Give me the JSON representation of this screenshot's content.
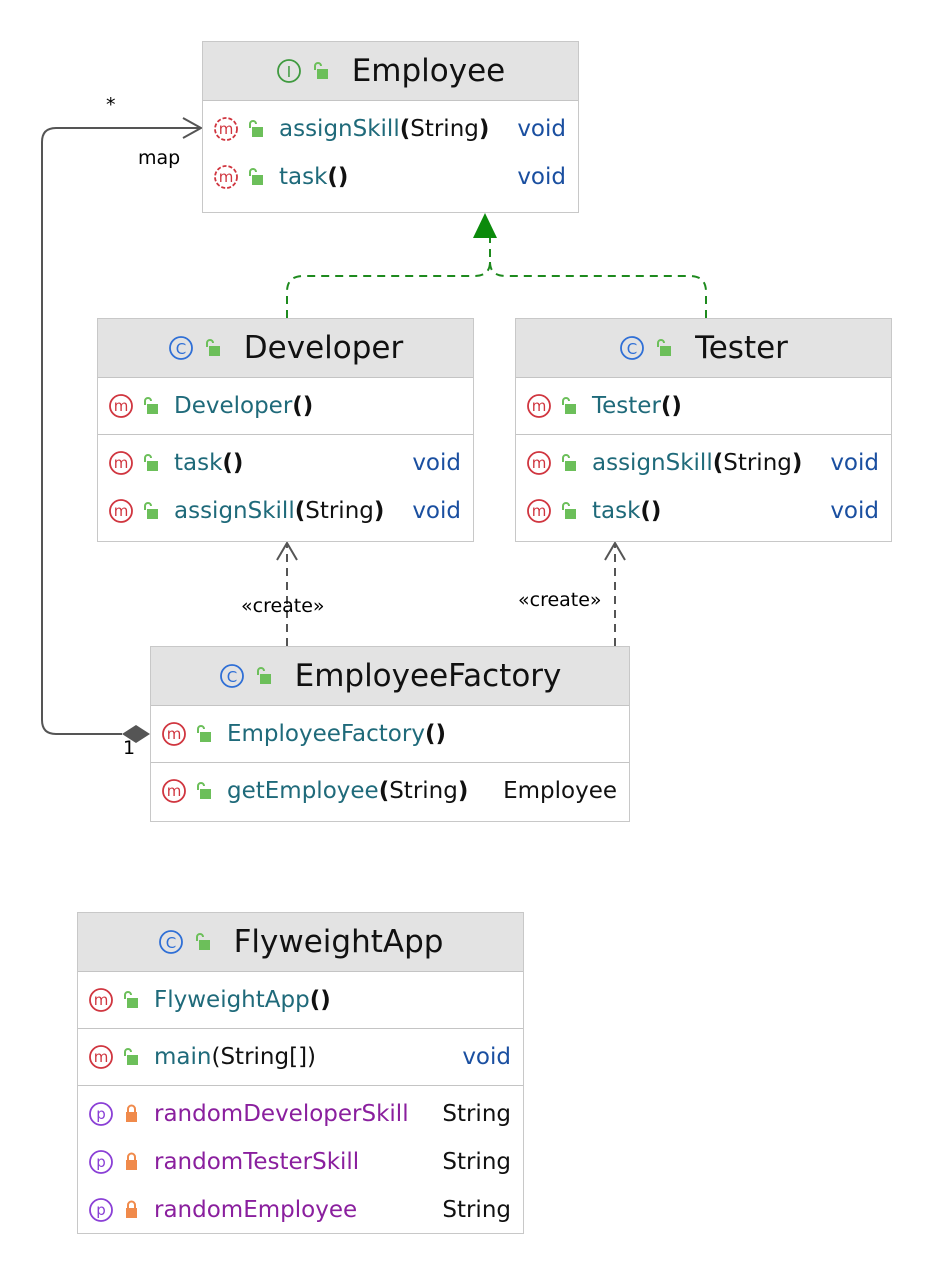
{
  "classes": {
    "employee": {
      "name": "Employee",
      "kind": "interface",
      "methods": [
        {
          "name": "assignSkill",
          "args": "String",
          "type": "void"
        },
        {
          "name": "task",
          "args": "",
          "type": "void"
        }
      ]
    },
    "developer": {
      "name": "Developer",
      "kind": "class",
      "constructor": {
        "name": "Developer",
        "args": ""
      },
      "methods": [
        {
          "name": "task",
          "args": "",
          "type": "void"
        },
        {
          "name": "assignSkill",
          "args": "String",
          "type": "void"
        }
      ]
    },
    "tester": {
      "name": "Tester",
      "kind": "class",
      "constructor": {
        "name": "Tester",
        "args": ""
      },
      "methods": [
        {
          "name": "assignSkill",
          "args": "String",
          "type": "void"
        },
        {
          "name": "task",
          "args": "",
          "type": "void"
        }
      ]
    },
    "factory": {
      "name": "EmployeeFactory",
      "kind": "class",
      "constructor": {
        "name": "EmployeeFactory",
        "args": ""
      },
      "methods": [
        {
          "name": "getEmployee",
          "args": "String",
          "type": "Employee"
        }
      ]
    },
    "app": {
      "name": "FlyweightApp",
      "kind": "class",
      "constructor": {
        "name": "FlyweightApp",
        "args": ""
      },
      "methods": [
        {
          "name": "main",
          "args": "String[]",
          "type": "void"
        }
      ],
      "properties": [
        {
          "name": "randomDeveloperSkill",
          "type": "String"
        },
        {
          "name": "randomTesterSkill",
          "type": "String"
        },
        {
          "name": "randomEmployee",
          "type": "String"
        }
      ]
    }
  },
  "relations": {
    "map_multiplicity_target": "*",
    "map_role": "map",
    "map_multiplicity_source": "1",
    "create_dev": "«create»",
    "create_tester": "«create»"
  },
  "icon_letters": {
    "interface": "I",
    "class": "C",
    "method": "m",
    "property": "p"
  },
  "colors": {
    "interface": "#3f9a3f",
    "class": "#2f6fd6",
    "method": "#d0353f",
    "property": "#8a3fd6",
    "public_lock": "#6cbf5a",
    "private_lock": "#f08a4b",
    "realization": "#1e8a1e"
  }
}
